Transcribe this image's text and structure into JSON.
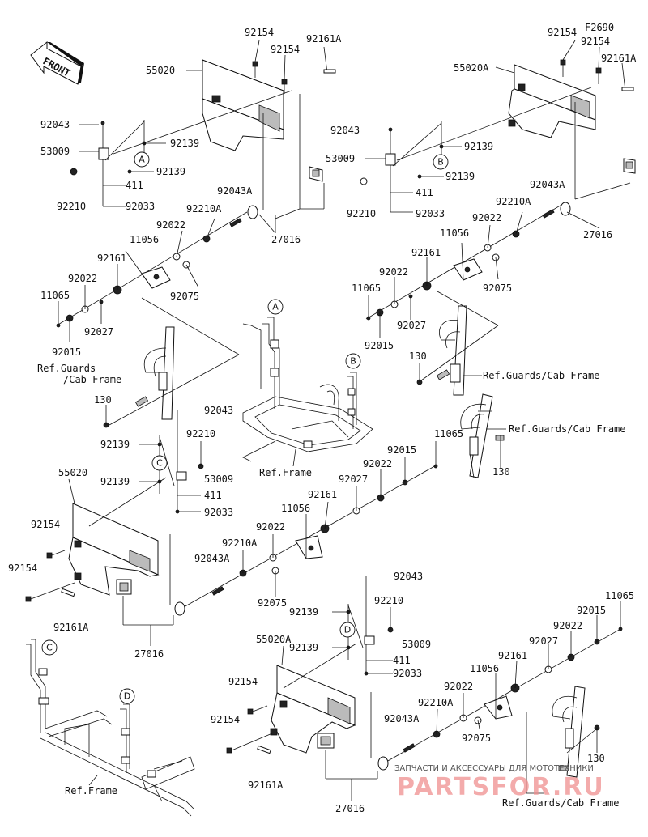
{
  "diagram": {
    "code": "F2690",
    "front_label": "FRONT",
    "refs": {
      "guards_cab_frame": "Ref.Guards/Cab Frame",
      "guards_line1": "Ref.Guards",
      "guards_line2": "/Cab Frame",
      "frame": "Ref.Frame"
    },
    "callouts": [
      "A",
      "B",
      "C",
      "D"
    ],
    "parts": {
      "p92154": "92154",
      "p92161A": "92161A",
      "p55020": "55020",
      "p55020A": "55020A",
      "p92043": "92043",
      "p92139": "92139",
      "p53009": "53009",
      "p411": "411",
      "p92210": "92210",
      "p92033": "92033",
      "p92043A": "92043A",
      "p92210A": "92210A",
      "p92022": "92022",
      "p11056": "11056",
      "p92161": "92161",
      "p92075": "92075",
      "p11065": "11065",
      "p92027": "92027",
      "p92015": "92015",
      "p130": "130",
      "p27016": "27016"
    }
  },
  "watermark": {
    "line1": "ЗАПЧАСТИ И АКСЕССУАРЫ ДЛЯ МОТОТЕХНИКИ",
    "line2": "PARTSFOR.RU"
  }
}
